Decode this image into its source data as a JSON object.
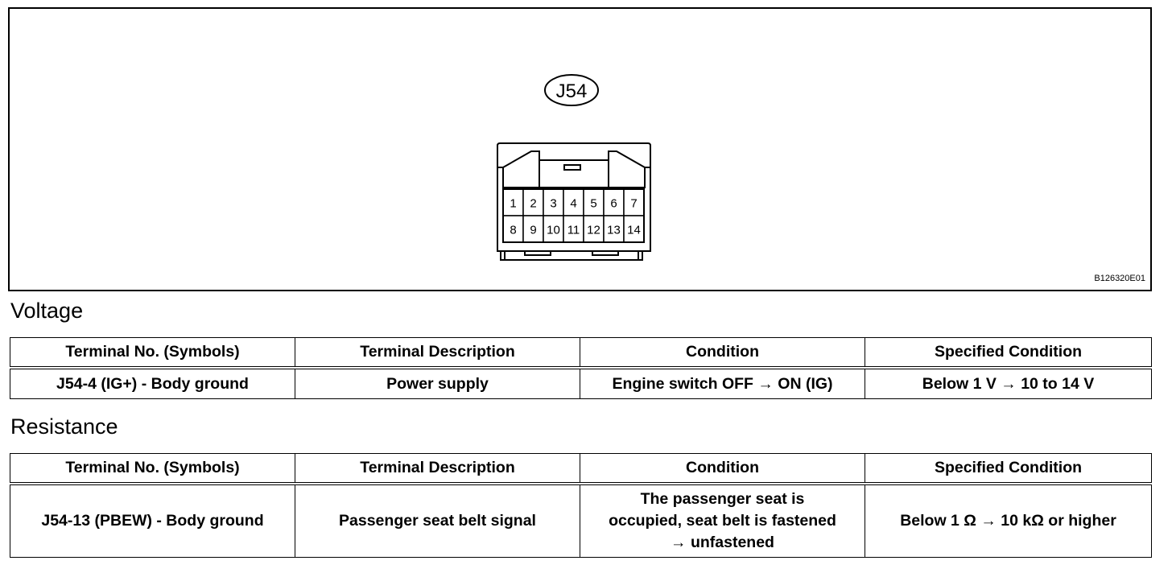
{
  "diagram": {
    "connector_label": "J54",
    "figure_code": "B126320E01",
    "pins_top": [
      "1",
      "2",
      "3",
      "4",
      "5",
      "6",
      "7"
    ],
    "pins_bottom": [
      "8",
      "9",
      "10",
      "11",
      "12",
      "13",
      "14"
    ]
  },
  "voltage": {
    "title": "Voltage",
    "headers": [
      "Terminal No. (Symbols)",
      "Terminal Description",
      "Condition",
      "Specified Condition"
    ],
    "row": {
      "terminal": "J54-4 (IG+) - Body ground",
      "description": "Power supply",
      "condition": "Engine switch OFF → ON (IG)",
      "specified": "Below 1 V → 10 to 14 V"
    }
  },
  "resistance": {
    "title": "Resistance",
    "headers": [
      "Terminal No. (Symbols)",
      "Terminal Description",
      "Condition",
      "Specified Condition"
    ],
    "row": {
      "terminal": "J54-13 (PBEW) - Body ground",
      "description": "Passenger seat belt signal",
      "condition_lines": [
        "The passenger seat is",
        "occupied, seat belt is fastened",
        "→ unfastened"
      ],
      "specified": "Below 1 Ω → 10 kΩ or higher"
    }
  }
}
